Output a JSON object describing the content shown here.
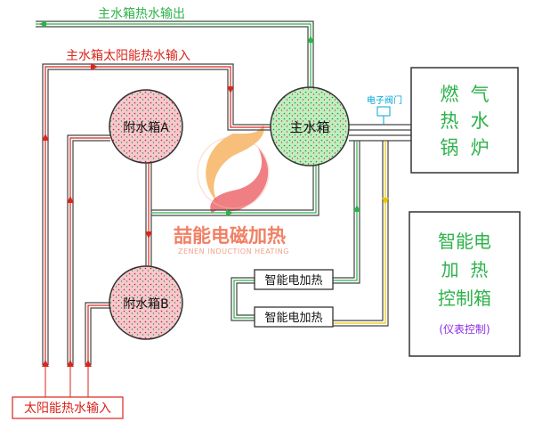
{
  "labels": {
    "main_out": "主水箱热水输出",
    "main_solar_in": "主水箱太阳能热水输入",
    "solar_in": "太阳能热水输入",
    "main_tank": "主水箱",
    "tank_a": "附水箱A",
    "tank_b": "附水箱B",
    "valve": "电子阀门",
    "heater1": "智能电加热",
    "heater2": "智能电加热"
  },
  "boiler": {
    "line1": "燃  气",
    "line2": "热  水",
    "line3": "锅  炉"
  },
  "control": {
    "line1": "智能电",
    "line2": "加  热",
    "line3": "控制箱",
    "note": "(仪表控制)"
  },
  "watermark": {
    "brand": "喆能电磁加热",
    "sub": "ZENEN INDUCTION HEATING"
  },
  "colors": {
    "green": "#2db24a",
    "red": "#d9261c",
    "pipe": "#333333",
    "yellow": "#e8c600",
    "cyan": "#00a6d6",
    "main_fill": "#a8e6a8",
    "side_fill": "#f2b6c0",
    "logo_red": "#e8363d",
    "logo_orange": "#f4a23a"
  }
}
